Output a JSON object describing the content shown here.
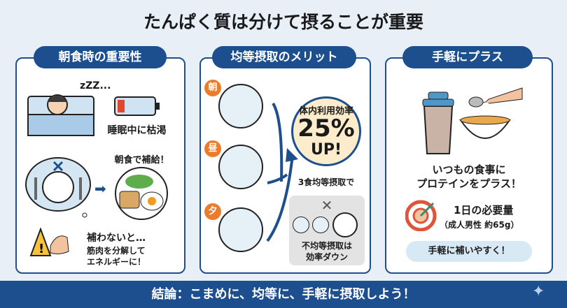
{
  "title": "たんぱく質は分けて摂ることが重要",
  "panel1": {
    "header": "朝食時の重要性",
    "zzz": "zZZ...",
    "battery_caption": "睡眠中に枯渇",
    "breakfast_caption": "朝食で補給！",
    "warning_title": "補わないと…",
    "warning_line1": "筋肉を分解して",
    "warning_line2": "エネルギーに！"
  },
  "panel2": {
    "header": "均等摂取のメリット",
    "meals": [
      "朝",
      "昼",
      "夕"
    ],
    "efficiency_label": "体内利用効率",
    "efficiency_value": "25%",
    "efficiency_up": "UP!",
    "equal_caption": "3食均等摂取で",
    "unequal_line1": "不均等摂取は",
    "unequal_line2": "効率ダウン"
  },
  "panel3": {
    "header": "手軽にプラス",
    "caption_line1": "いつもの食事に",
    "caption_line2": "プロテインをプラス！",
    "daily_title": "1日の必要量",
    "daily_detail": "（成人男性 約65g）",
    "bubble": "手軽に補いやすく！"
  },
  "conclusion": "結論：こまめに、均等に、手軽に摂取しよう！",
  "colors": {
    "navy": "#1d4f8f",
    "orange": "#ea7c2b",
    "background": "#e8eff6"
  }
}
